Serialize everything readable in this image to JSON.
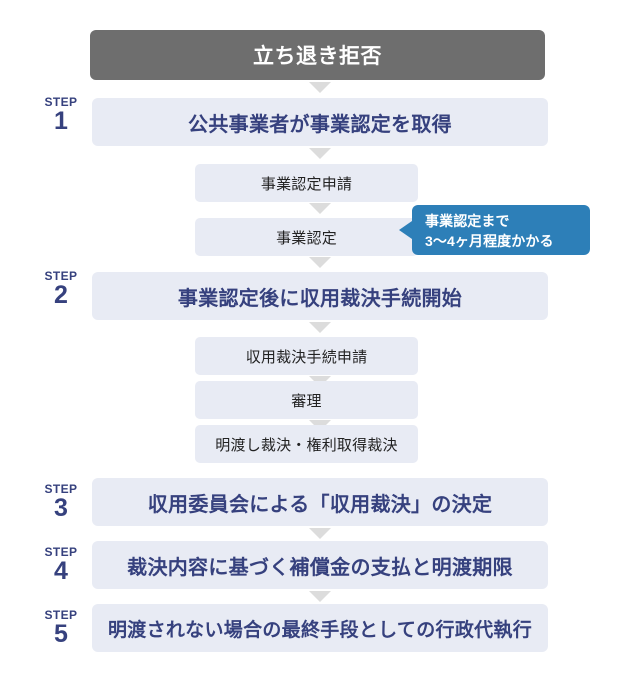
{
  "diagram": {
    "title_box": {
      "label": "立ち退き拒否"
    },
    "step_word": "STEP",
    "colors": {
      "header_bg": "#6e6e6e",
      "header_text": "#ffffff",
      "step_bg": "#e8ebf4",
      "step_text": "#36417e",
      "sub_bg": "#e8ebf4",
      "sub_text": "#222222",
      "callout_bg": "#2d7fb8",
      "callout_text": "#ffffff",
      "connector": "#dcdcdc"
    },
    "steps": [
      {
        "number": "1",
        "label": "公共事業者が事業認定を取得"
      },
      {
        "number": "2",
        "label": "事業認定後に収用裁決手続開始"
      },
      {
        "number": "3",
        "label": "収用委員会による「収用裁決」の決定"
      },
      {
        "number": "4",
        "label": "裁決内容に基づく補償金の支払と明渡期限"
      },
      {
        "number": "5",
        "label": "明渡されない場合の最終手段としての行政代執行"
      }
    ],
    "sub_nodes": [
      {
        "label": "事業認定申請"
      },
      {
        "label": "事業認定"
      },
      {
        "label": "収用裁決手続申請"
      },
      {
        "label": "審理"
      },
      {
        "label": "明渡し裁決・権利取得裁決"
      }
    ],
    "callout": {
      "line1": "事業認定まで",
      "line2": "3〜4ヶ月程度かかる"
    }
  }
}
